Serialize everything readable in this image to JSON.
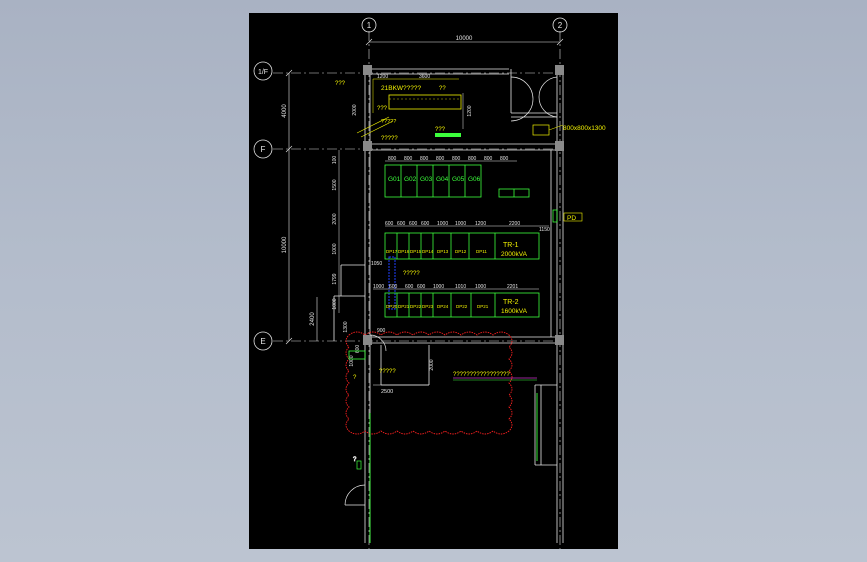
{
  "axes": {
    "col_1": "1",
    "col_2": "2",
    "row_1f": "1/F",
    "row_f": "F",
    "row_e": "E",
    "span_top": "10000"
  },
  "dims": {
    "left_4000": "4000",
    "left_10000": "10000",
    "left_2400": "2400",
    "room_1200": "1200",
    "room_3600": "3600",
    "room_2000": "2000",
    "room_1200b": "1200",
    "d_100": "100",
    "d_1500": "1500",
    "d_2000": "2000",
    "d_1000": "1000",
    "d_1799": "1799",
    "d_1000b": "1000",
    "d_1300": "1300",
    "d_1150": "1150",
    "d_1050": "1050",
    "d_800_row": [
      "800",
      "800",
      "800",
      "800",
      "800",
      "800",
      "800",
      "800"
    ],
    "d_row_dp1": [
      "600",
      "600",
      "600",
      "600",
      "1000",
      "1000",
      "1200",
      "2200"
    ],
    "d_row_dp2": [
      "1000",
      "600",
      "600",
      "600",
      "1000",
      "1010",
      "1000",
      "2201"
    ],
    "door_900": "900",
    "door_1000": "1000",
    "door_600": "600",
    "pit_2500": "2500",
    "pit_2000": "2000"
  },
  "labels": {
    "q_top": "???",
    "room_title": "21BKW?????",
    "room_q2": "??",
    "room_q3": "???",
    "room_q4": "?????",
    "room_q5": "???",
    "equip_note": "800x800x1300",
    "pd": "PD",
    "mid_q": "?????",
    "pit_q": "?????",
    "long_q": "?????????????????",
    "q_left": "?",
    "q_left2": "?"
  },
  "panels": {
    "g_row": [
      "G01",
      "G02",
      "G03",
      "G04",
      "G05",
      "G06"
    ],
    "dp_row1": [
      "DP17",
      "DP16",
      "DP15",
      "DP14",
      "DP13",
      "DP12",
      "DP11"
    ],
    "dp_row2": [
      "DP20",
      "DP21",
      "DP22",
      "DP23",
      "DP24",
      "DP22",
      "DP21"
    ],
    "tr1_name": "TR-1",
    "tr1_rating": "2000kVA",
    "tr2_name": "TR-2",
    "tr2_rating": "1600kVA"
  },
  "colors": {
    "background": "#000000",
    "frame": "#b3bccb",
    "wall": "#e6e6e6",
    "equipment": "#3cff3c",
    "annotation": "#f3f300",
    "cloud": "#ff2020",
    "highlight": "#2040ff",
    "axis_line": "#e6e6e6"
  }
}
